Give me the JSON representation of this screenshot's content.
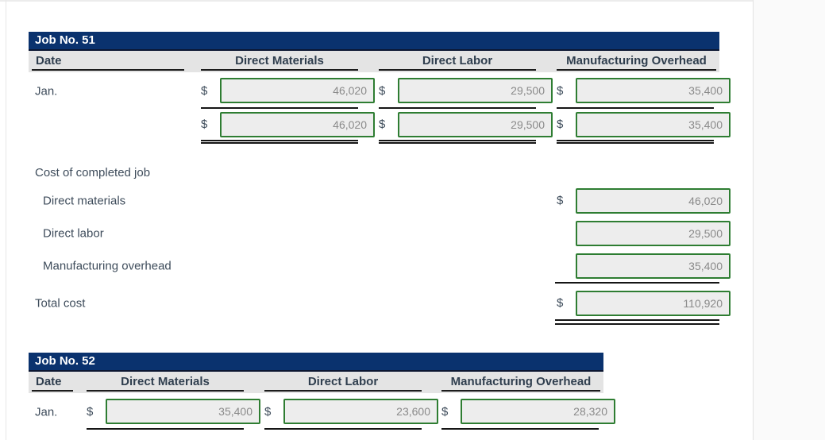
{
  "currency_symbol": "$",
  "job51": {
    "title": "Job No. 51",
    "columns": [
      "Date",
      "Direct Materials",
      "Direct Labor",
      "Manufacturing Overhead"
    ],
    "rows": [
      {
        "date": "Jan.",
        "direct_materials": "46,020",
        "direct_labor": "29,500",
        "manufacturing_overhead": "35,400"
      },
      {
        "date": "",
        "direct_materials": "46,020",
        "direct_labor": "29,500",
        "manufacturing_overhead": "35,400"
      }
    ]
  },
  "cost_section": {
    "heading": "Cost of completed job",
    "rows": [
      {
        "label": "Direct materials",
        "dollar": "$",
        "value": "46,020"
      },
      {
        "label": "Direct labor",
        "dollar": "",
        "value": "29,500"
      },
      {
        "label": "Manufacturing overhead",
        "dollar": "",
        "value": "35,400"
      }
    ],
    "total": {
      "label": "Total cost",
      "dollar": "$",
      "value": "110,920"
    }
  },
  "job52": {
    "title": "Job No. 52",
    "columns": [
      "Date",
      "Direct Materials",
      "Direct Labor",
      "Manufacturing Overhead"
    ],
    "rows": [
      {
        "date": "Jan.",
        "direct_materials": "35,400",
        "direct_labor": "23,600",
        "manufacturing_overhead": "28,320"
      }
    ]
  }
}
